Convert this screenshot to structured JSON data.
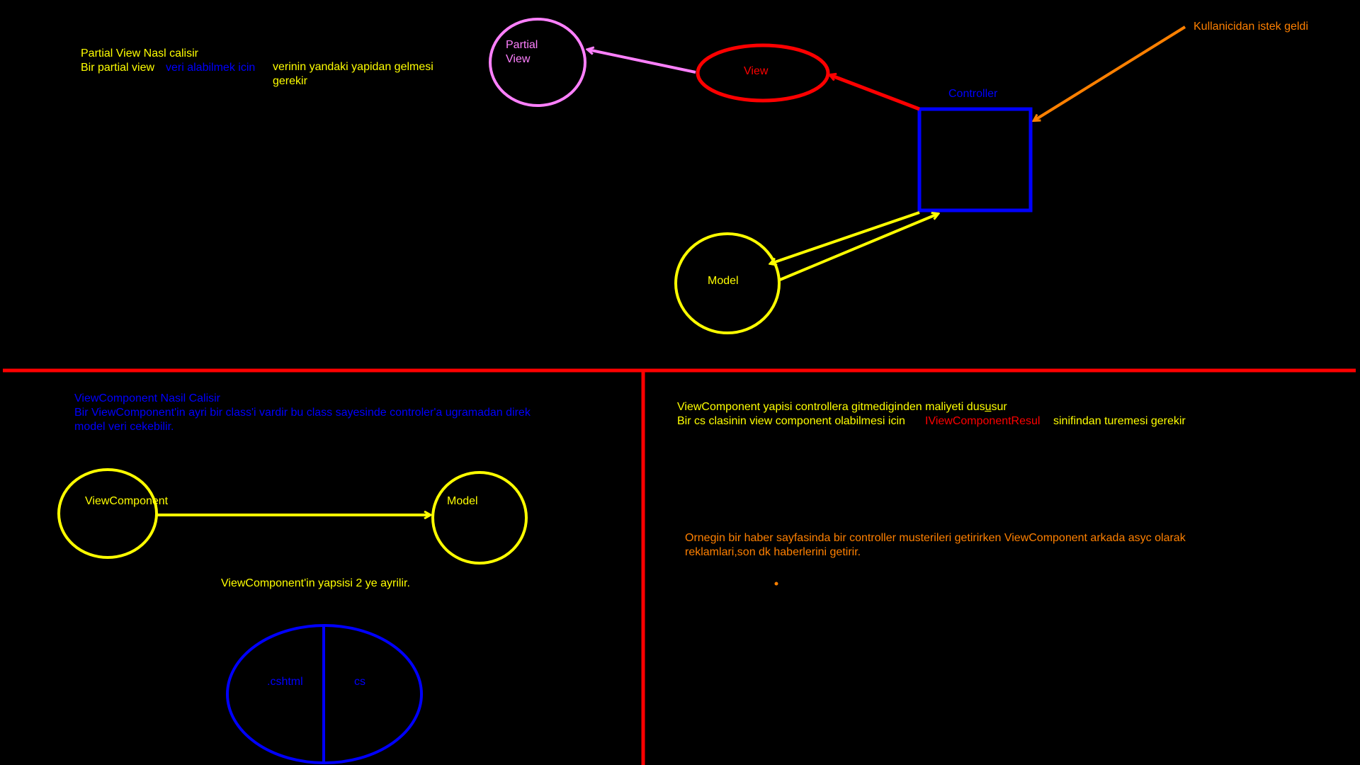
{
  "colors": {
    "background": "#000000",
    "yellow": "#ffff00",
    "blue": "#0000ff",
    "red": "#ff0000",
    "pink": "#ff80ff",
    "orange": "#ff8000"
  },
  "top_section": {
    "title": "Partial View Nasl calisir",
    "line2_prefix": "Bir partial view",
    "line2_blue": "veri alabilmek icin",
    "line2_suffix_1": "verinin yandaki yapidan gelmesi",
    "line2_suffix_2": "gerekir",
    "nodes": {
      "partial_view_1": "Partial",
      "partial_view_2": "View",
      "view": "View",
      "controller": "Controller",
      "model": "Model",
      "request": "Kullanicidan istek geldi"
    }
  },
  "bottom_left": {
    "title": "ViewComponent Nasil Calisir",
    "desc_1": "Bir ViewComponent'in ayri bir class'i vardir bu class sayesinde controler'a ugramadan direk",
    "desc_2": "model veri cekebilir.",
    "node_viewcomponent": "ViewComponent",
    "node_model": "Model",
    "split_text": "ViewComponent'in yapsisi 2 ye ayrilir.",
    "part_cshtml": ".cshtml",
    "part_cs": "cs"
  },
  "bottom_right": {
    "line1": "ViewComponent yapisi controllera gitmediginden maliyeti dusu̲sur",
    "line2_prefix": "Bir cs clasinin view component olabilmesi icin",
    "line2_red": "IViewComponentResul",
    "line2_suffix": "sinifindan turemesi gerekir",
    "example_1": "Ornegin bir haber sayfasinda bir controller musterileri getirirken ViewComponent arkada asyc olarak",
    "example_2": "reklamlari,son dk haberlerini getirir."
  }
}
